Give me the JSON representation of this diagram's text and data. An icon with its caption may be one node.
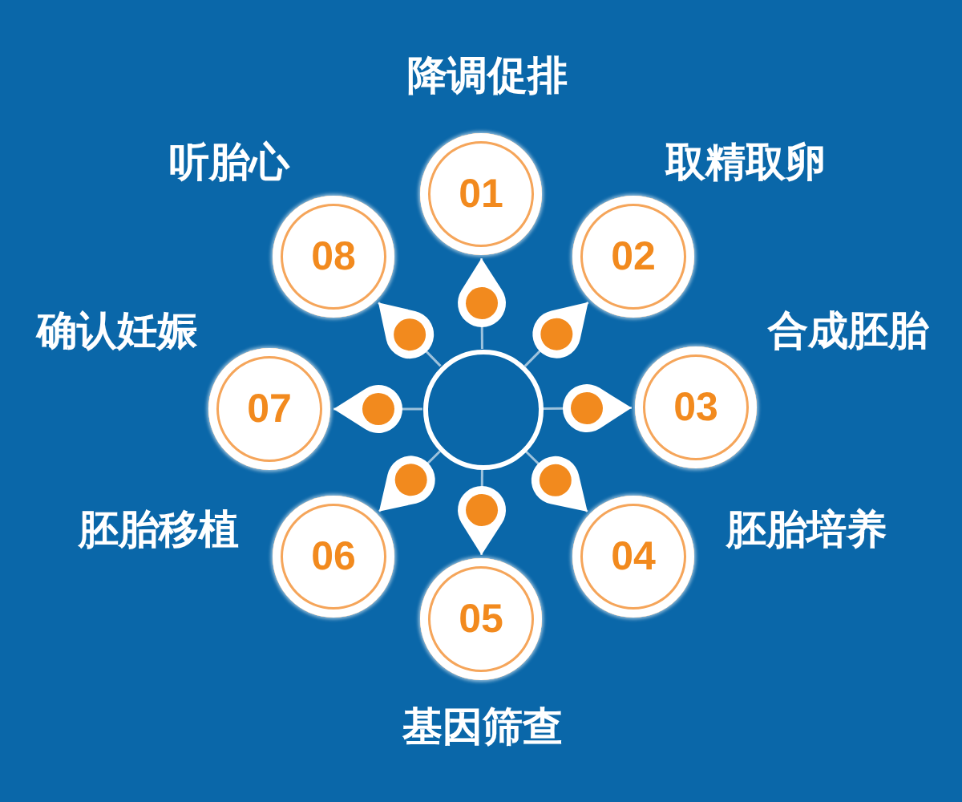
{
  "diagram": {
    "nodes": [
      {
        "text": [
          "01"
        ],
        "beside": [
          "降调促排"
        ]
      },
      {
        "text": [
          "02"
        ],
        "beside": [
          "取精取卵"
        ]
      },
      {
        "text": [
          "03"
        ],
        "beside": [
          "合成胚胎"
        ]
      },
      {
        "text": [
          "04"
        ],
        "beside": [
          "胚胎培养"
        ]
      },
      {
        "text": [
          "05"
        ],
        "beside": [
          "基因筛查"
        ]
      },
      {
        "text": [
          "06"
        ],
        "beside": [
          "胚胎移植"
        ]
      },
      {
        "text": [
          "07"
        ],
        "beside": [
          "确认妊娠"
        ]
      },
      {
        "text": [
          "08"
        ],
        "beside": [
          "听胎心"
        ]
      },
      {
        "text": [],
        "shape": "circle"
      }
    ],
    "edges": [
      {
        "from": 8,
        "to": 0,
        "arrow": "to"
      },
      {
        "from": 8,
        "to": 1,
        "arrow": "to"
      },
      {
        "from": 8,
        "to": 2,
        "arrow": "to"
      },
      {
        "from": 8,
        "to": 3,
        "arrow": "to"
      },
      {
        "from": 8,
        "to": 4,
        "arrow": "to"
      },
      {
        "from": 8,
        "to": 5,
        "arrow": "to"
      },
      {
        "from": 8,
        "to": 6,
        "arrow": "to"
      },
      {
        "from": 8,
        "to": 7,
        "arrow": "to"
      }
    ]
  }
}
